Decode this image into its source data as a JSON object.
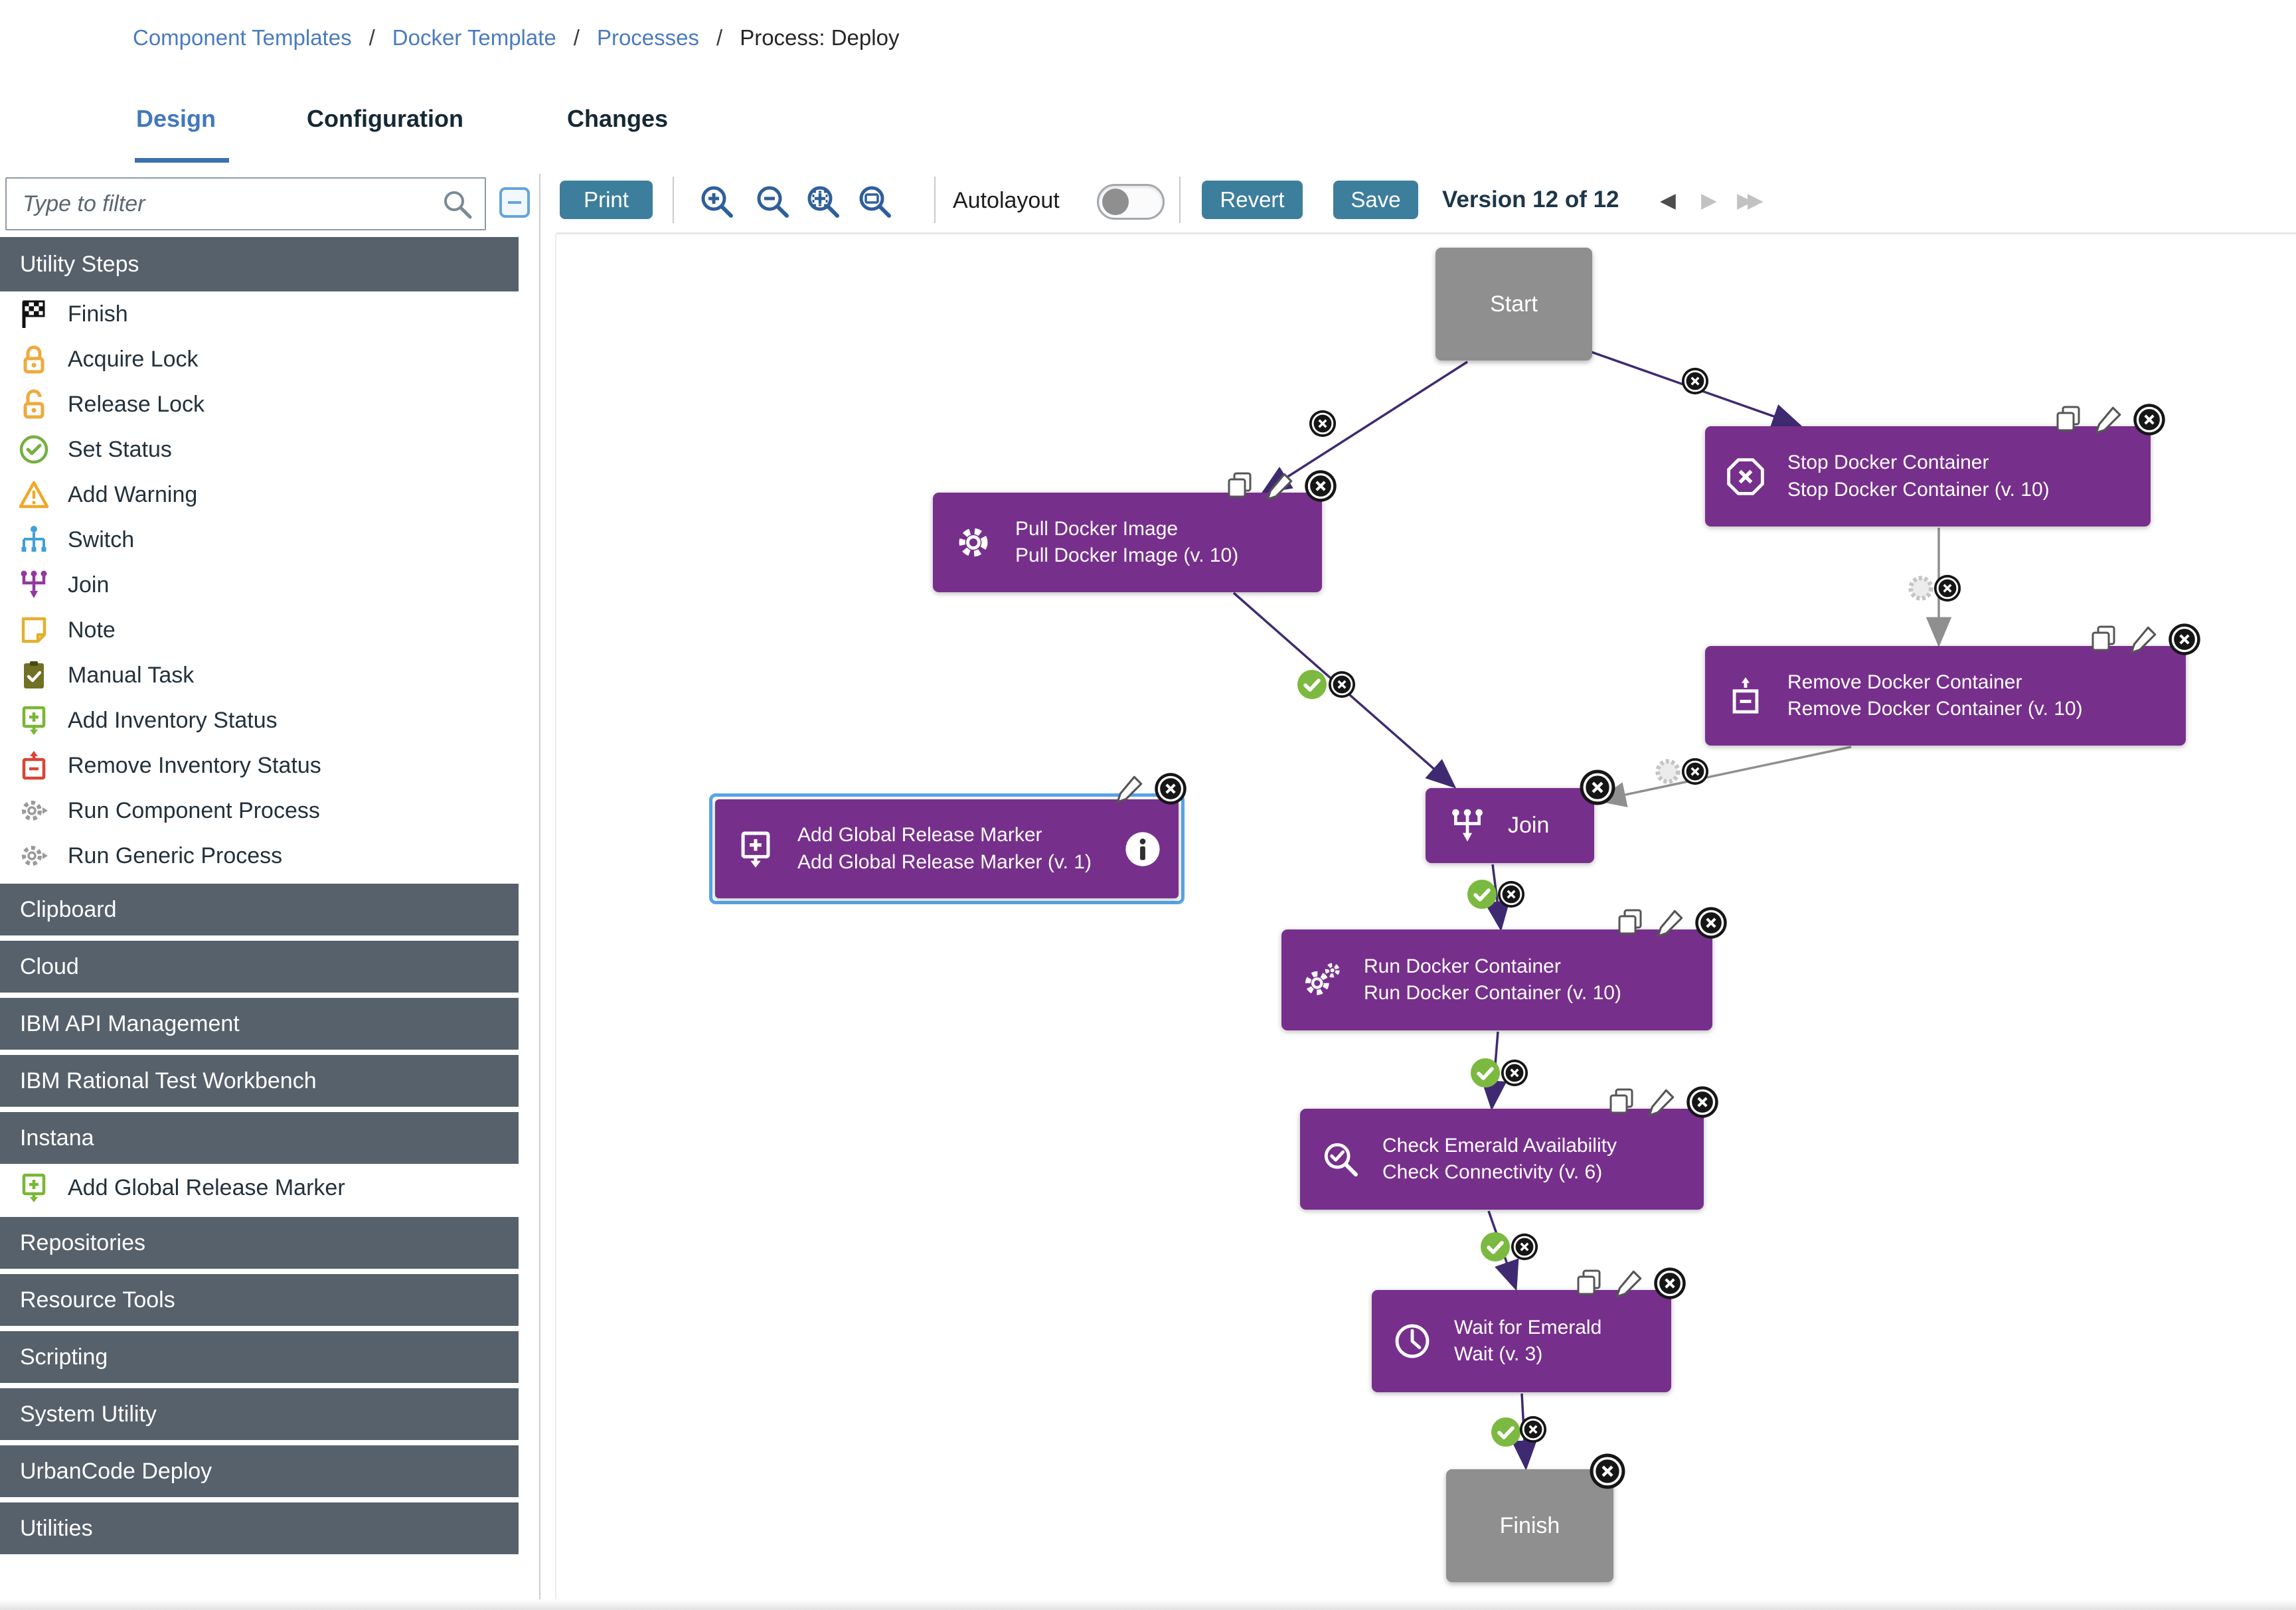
{
  "breadcrumb": {
    "separator": "/",
    "items": [
      {
        "label": "Component Templates",
        "link": true
      },
      {
        "label": "Docker Template",
        "link": true
      },
      {
        "label": "Processes",
        "link": true
      },
      {
        "label": "Process: Deploy",
        "link": false
      }
    ]
  },
  "tabs": [
    {
      "label": "Design",
      "active": true
    },
    {
      "label": "Configuration",
      "active": false
    },
    {
      "label": "Changes",
      "active": false
    }
  ],
  "sidebar": {
    "filter_placeholder": "Type to filter",
    "sections": [
      {
        "label": "Utility Steps",
        "expanded": true,
        "items": [
          {
            "label": "Finish",
            "icon": "finish-flag-icon"
          },
          {
            "label": "Acquire Lock",
            "icon": "lock-closed-icon"
          },
          {
            "label": "Release Lock",
            "icon": "lock-open-icon"
          },
          {
            "label": "Set Status",
            "icon": "check-circle-icon"
          },
          {
            "label": "Add Warning",
            "icon": "warning-triangle-icon"
          },
          {
            "label": "Switch",
            "icon": "switch-branch-icon"
          },
          {
            "label": "Join",
            "icon": "join-trident-icon"
          },
          {
            "label": "Note",
            "icon": "note-icon"
          },
          {
            "label": "Manual Task",
            "icon": "manual-task-icon"
          },
          {
            "label": "Add Inventory Status",
            "icon": "add-inventory-icon"
          },
          {
            "label": "Remove Inventory Status",
            "icon": "remove-inventory-icon"
          },
          {
            "label": "Run Component Process",
            "icon": "run-process-gear-icon"
          },
          {
            "label": "Run Generic Process",
            "icon": "run-process-gear-icon"
          }
        ]
      },
      {
        "label": "Clipboard",
        "expanded": false
      },
      {
        "label": "Cloud",
        "expanded": false
      },
      {
        "label": "IBM API Management",
        "expanded": false
      },
      {
        "label": "IBM Rational Test Workbench",
        "expanded": false
      },
      {
        "label": "Instana",
        "expanded": true,
        "items": [
          {
            "label": "Add Global Release Marker",
            "icon": "add-marker-icon"
          }
        ]
      },
      {
        "label": "Repositories",
        "expanded": false
      },
      {
        "label": "Resource Tools",
        "expanded": false
      },
      {
        "label": "Scripting",
        "expanded": false
      },
      {
        "label": "System Utility",
        "expanded": false
      },
      {
        "label": "UrbanCode Deploy",
        "expanded": false
      },
      {
        "label": "Utilities",
        "expanded": false
      }
    ]
  },
  "toolbar": {
    "print_label": "Print",
    "autolayout_label": "Autolayout",
    "autolayout_on": false,
    "revert_label": "Revert",
    "save_label": "Save",
    "version_label": "Version 12 of 12",
    "prev_arrow": "◀",
    "next_arrow": "▶",
    "last_arrow": "▶▶"
  },
  "flow": {
    "nodes": {
      "start": {
        "title": "Start",
        "type": "terminal"
      },
      "pull": {
        "title": "Pull Docker Image",
        "subtitle": "Pull Docker Image (v. 10)",
        "icon": "gear-icon"
      },
      "stop": {
        "title": "Stop Docker Container",
        "subtitle": "Stop Docker Container (v. 10)",
        "icon": "stop-octagon-icon"
      },
      "remove": {
        "title": "Remove Docker Container",
        "subtitle": "Remove Docker Container (v. 10)",
        "icon": "remove-container-icon"
      },
      "join": {
        "title": "Join",
        "icon": "join-trident-icon"
      },
      "marker": {
        "title": "Add Global Release Marker",
        "subtitle": "Add Global Release Marker (v. 1)",
        "icon": "add-marker-icon",
        "selected": true
      },
      "run": {
        "title": "Run Docker Container",
        "subtitle": "Run Docker Container (v. 10)",
        "icon": "double-gear-icon"
      },
      "check": {
        "title": "Check Emerald Availability",
        "subtitle": "Check Connectivity (v. 6)",
        "icon": "search-check-icon"
      },
      "wait": {
        "title": "Wait for Emerald",
        "subtitle": "Wait (v. 3)",
        "icon": "clock-icon"
      },
      "finish": {
        "title": "Finish",
        "type": "terminal"
      }
    }
  },
  "colors": {
    "link_blue": "#4b7bbe",
    "active_tab_blue": "#4178be",
    "button_teal": "#3d7e9d",
    "section_slate": "#57616c",
    "node_purple": "#772f8c",
    "node_gray": "#8f8f8f",
    "edge_purple": "#3f2a72",
    "edge_gray": "#8f8f8f",
    "success_green": "#7cb940",
    "selection_blue": "#57a4e8",
    "warning_orange": "#f0a828",
    "lock_yellow": "#edab3c"
  }
}
